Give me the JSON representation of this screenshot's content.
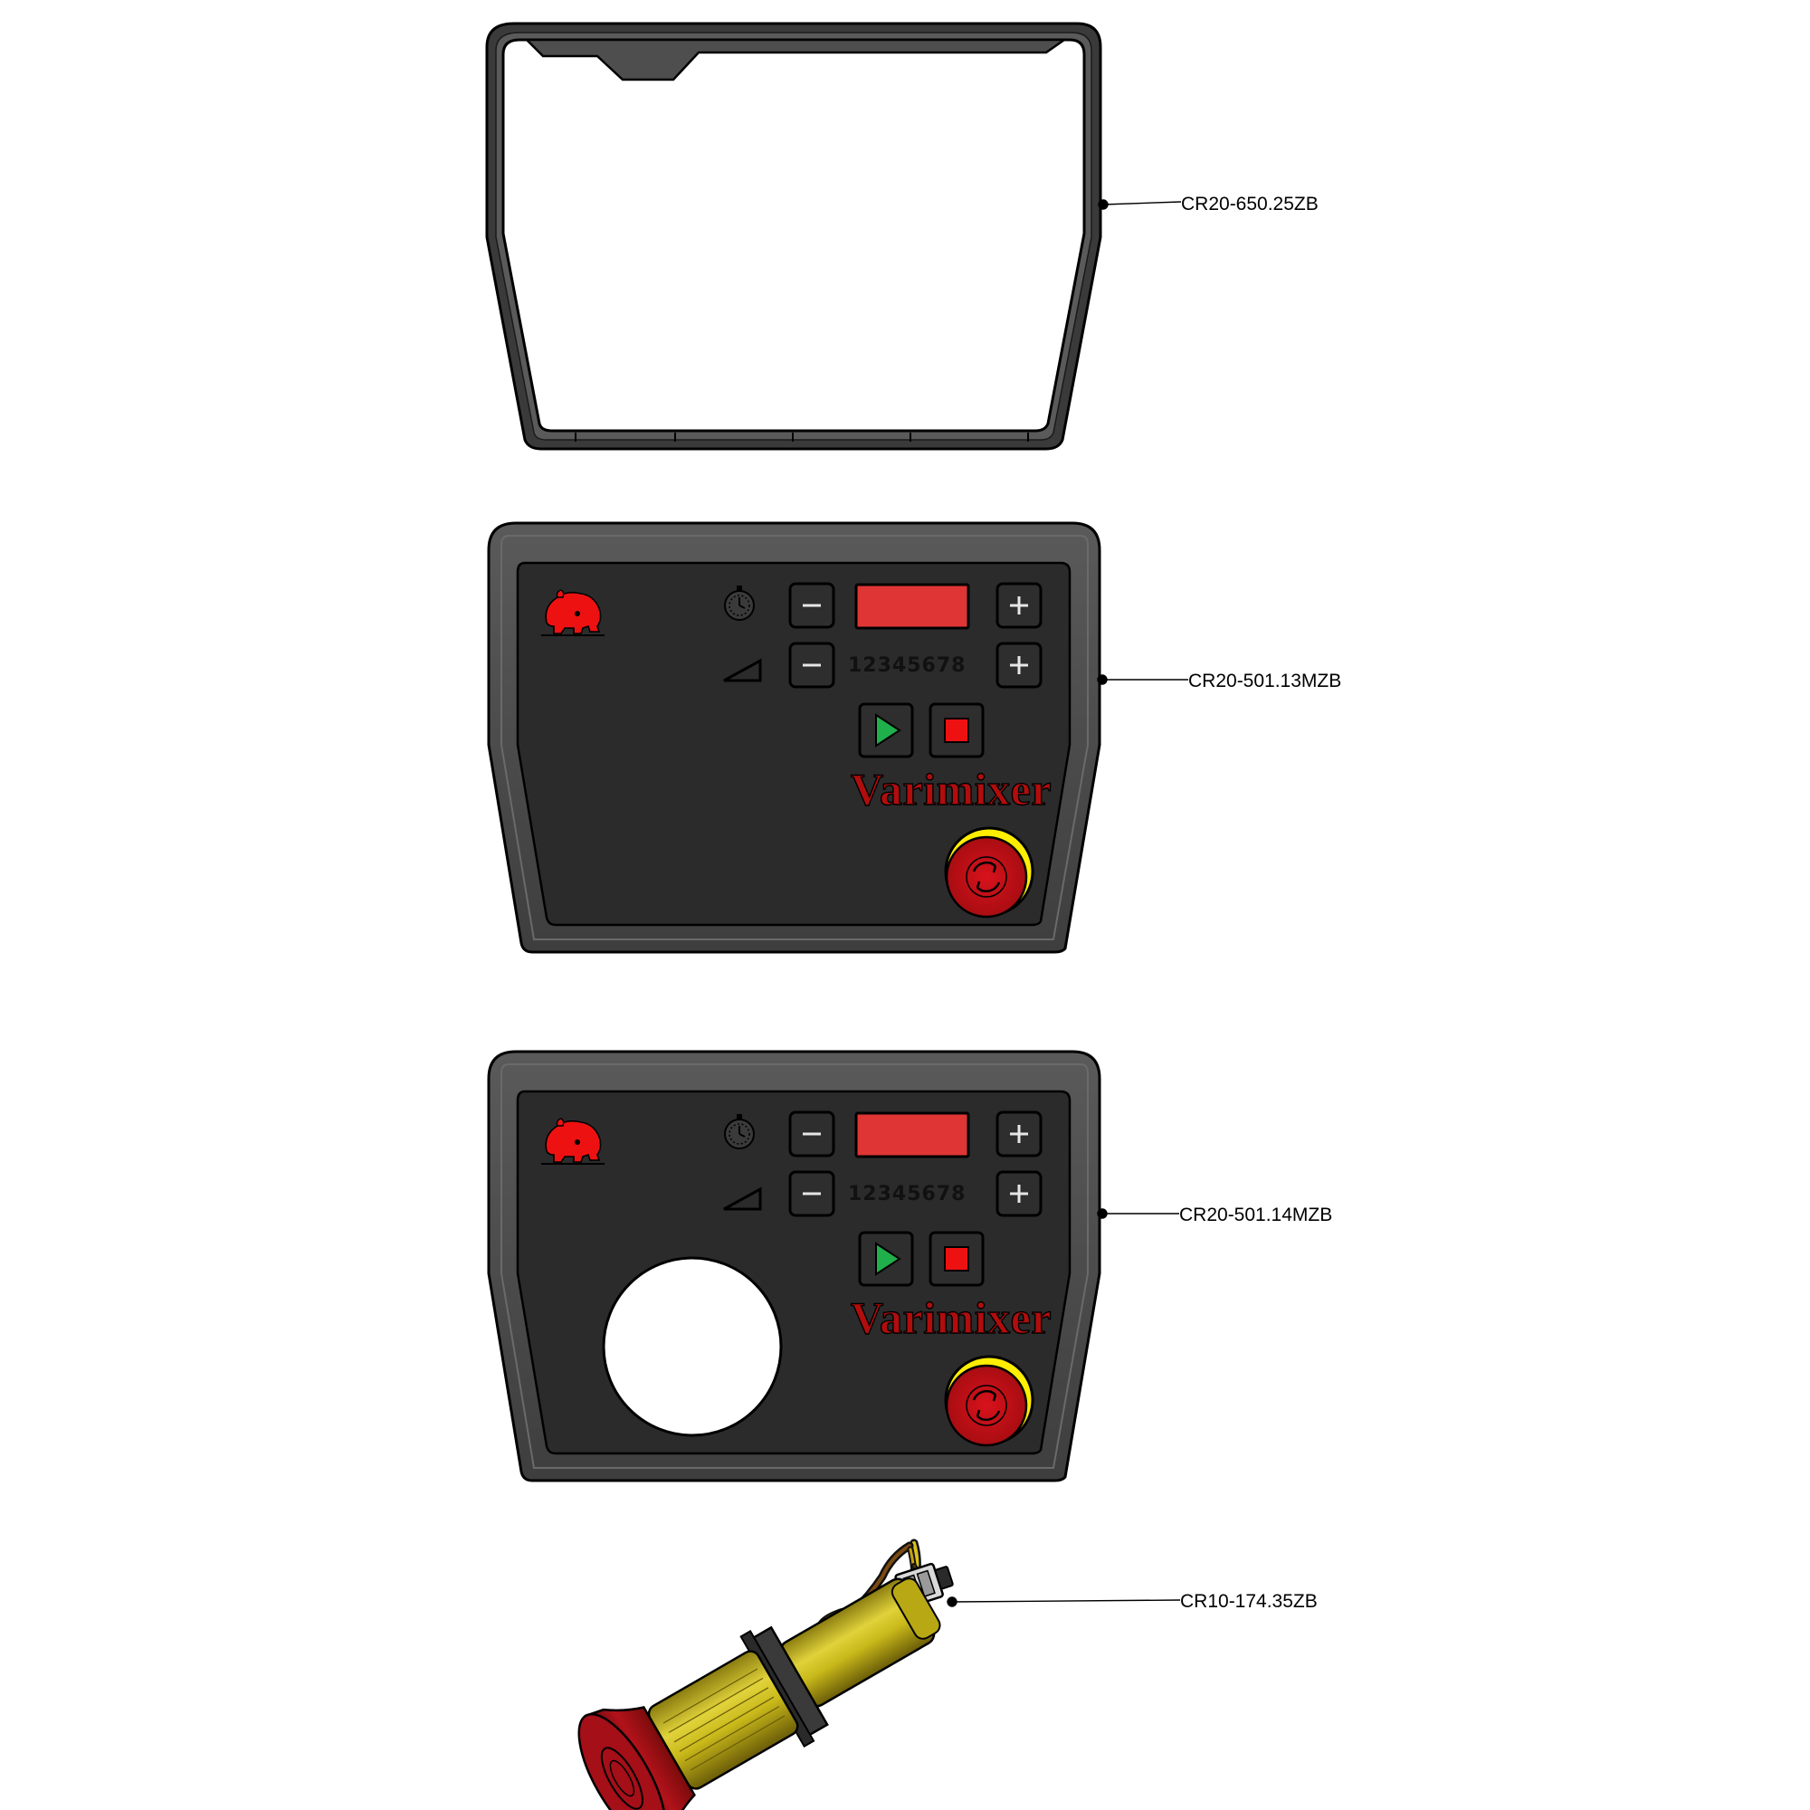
{
  "parts": [
    {
      "id": "gasket",
      "part_number": "CR20-650.25ZB"
    },
    {
      "id": "panel-a",
      "part_number": "CR20-501.13MZB",
      "brand": "Varimixer",
      "speed_steps": "12345678"
    },
    {
      "id": "panel-b",
      "part_number": "CR20-501.14MZB",
      "brand": "Varimixer",
      "speed_steps": "12345678"
    },
    {
      "id": "estop",
      "part_number": "CR10-174.35ZB"
    }
  ],
  "colors": {
    "panel_frame": "#4d4d4d",
    "panel_face": "#2b2b2b",
    "display_red": "#e03535",
    "start_green": "#1fb04c",
    "stop_red": "#ee1111",
    "estop_red": "#c8101a",
    "estop_ring": "#ffee00",
    "brand_red": "#b10d0d",
    "logo_red": "#ee1111",
    "estop_body_yellow": "#c8b81a"
  }
}
